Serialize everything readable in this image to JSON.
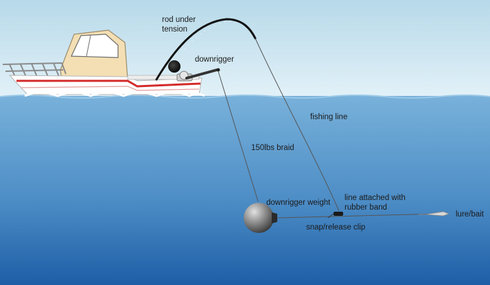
{
  "labels": {
    "rod_line1": "rod under",
    "rod_line2": "tension",
    "downrigger": "downrigger",
    "fishing_line": "fishing line",
    "braid": "150lbs braid",
    "downrigger_weight": "downrigger weight",
    "attached_line1": "line attached with",
    "attached_line2": "rubber band",
    "snap_clip": "snap/release clip",
    "lure": "lure/bait"
  },
  "colors": {
    "sky_top": "#b7d9e9",
    "sky_bottom": "#dff0f7",
    "water_top": "#6aa6d3",
    "water_bottom": "#1d5ea6",
    "hull": "#ffffff",
    "hull_stripe": "#d42a2a",
    "cabin": "#f4dfb2",
    "line": "#555555",
    "weight": "#8a8a8a"
  }
}
